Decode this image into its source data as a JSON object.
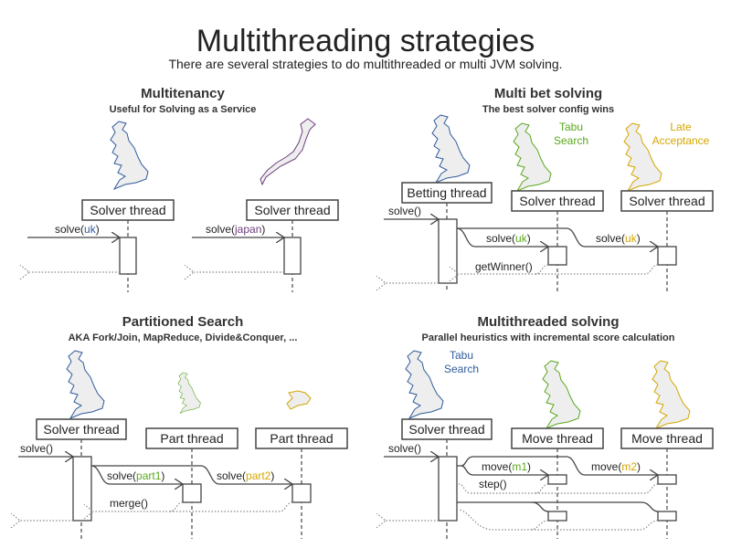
{
  "title": "Multithreading strategies",
  "subtitle": "There are several strategies to do multithreaded or multi JVM solving.",
  "colors": {
    "blue": "#2f5b9c",
    "green": "#5aa81e",
    "yellow": "#d4a600",
    "purple": "#6e3d7e"
  },
  "multitenancy": {
    "title": "Multitenancy",
    "subtitle": "Useful for Solving as a Service",
    "thread1": "Solver thread",
    "thread2": "Solver thread",
    "call1": {
      "prefix": "solve(",
      "arg": "uk",
      "suffix": ")"
    },
    "call2": {
      "prefix": "solve(",
      "arg": "japan",
      "suffix": ")"
    }
  },
  "multibet": {
    "title": "Multi bet solving",
    "subtitle": "The best solver config wins",
    "algo1": [
      "Tabu",
      "Search"
    ],
    "algo2": [
      "Late",
      "Acceptance"
    ],
    "main_thread": "Betting thread",
    "thread1": "Solver thread",
    "thread2": "Solver thread",
    "entry": "solve()",
    "call1": {
      "prefix": "solve(",
      "arg": "uk",
      "suffix": ")"
    },
    "call2": {
      "prefix": "solve(",
      "arg": "uk",
      "suffix": ")"
    },
    "return": "getWinner()"
  },
  "partitioned": {
    "title": "Partitioned Search",
    "subtitle": "AKA Fork/Join, MapReduce, Divide&Conquer, ...",
    "main_thread": "Solver thread",
    "thread1": "Part thread",
    "thread2": "Part thread",
    "entry": "solve()",
    "call1": {
      "prefix": "solve(",
      "arg": "part1",
      "suffix": ")"
    },
    "call2": {
      "prefix": "solve(",
      "arg": "part2",
      "suffix": ")"
    },
    "return": "merge()"
  },
  "multithreaded": {
    "title": "Multithreaded solving",
    "subtitle": "Parallel heuristics with incremental score calculation",
    "algo": [
      "Tabu",
      "Search"
    ],
    "main_thread": "Solver thread",
    "thread1": "Move thread",
    "thread2": "Move thread",
    "entry": "solve()",
    "call1": {
      "prefix": "move(",
      "arg": "m1",
      "suffix": ")"
    },
    "call2": {
      "prefix": "move(",
      "arg": "m2",
      "suffix": ")"
    },
    "return": "step()"
  }
}
